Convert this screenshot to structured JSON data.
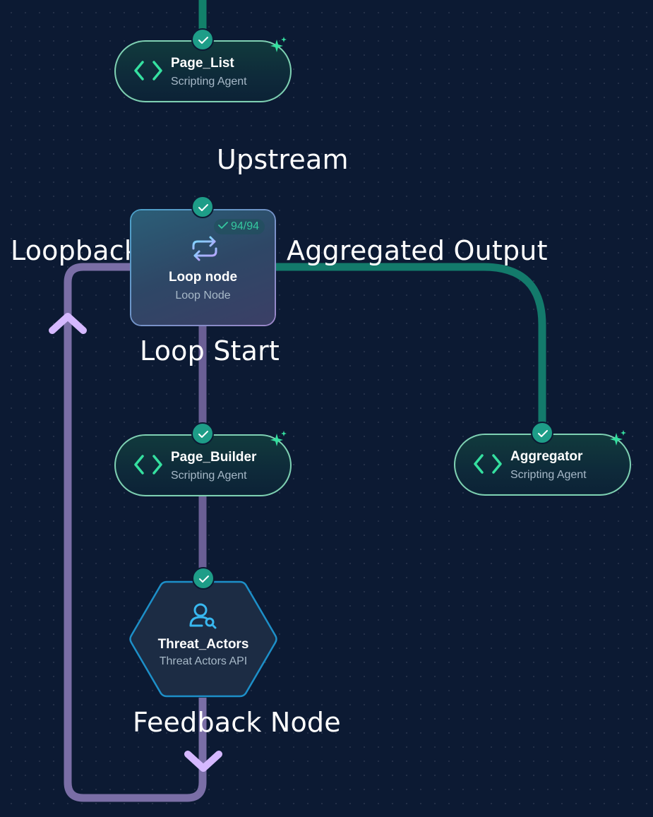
{
  "colors": {
    "background": "#0c1a33",
    "teal_edge": "#137a6b",
    "purple_edge": "#7a6ea6",
    "check_badge": "#1e9d88",
    "accent_green": "#35e0a0",
    "accent_blue": "#38b8f0"
  },
  "nodes": {
    "page_list": {
      "title": "Page_List",
      "subtitle": "Scripting Agent",
      "icon": "code-icon"
    },
    "loop": {
      "title": "Loop node",
      "subtitle": "Loop Node",
      "count": "94/94",
      "icon": "loop-icon"
    },
    "page_builder": {
      "title": "Page_Builder",
      "subtitle": "Scripting Agent",
      "icon": "code-icon"
    },
    "aggregator": {
      "title": "Aggregator",
      "subtitle": "Scripting Agent",
      "icon": "code-icon"
    },
    "threat_actors": {
      "title": "Threat_Actors",
      "subtitle": "Threat Actors API",
      "icon": "user-search-icon"
    }
  },
  "edge_labels": {
    "upstream": "Upstream",
    "loopback": "Loopback",
    "aggregated_output": "Aggregated Output",
    "loop_start": "Loop Start",
    "feedback_node": "Feedback Node"
  }
}
